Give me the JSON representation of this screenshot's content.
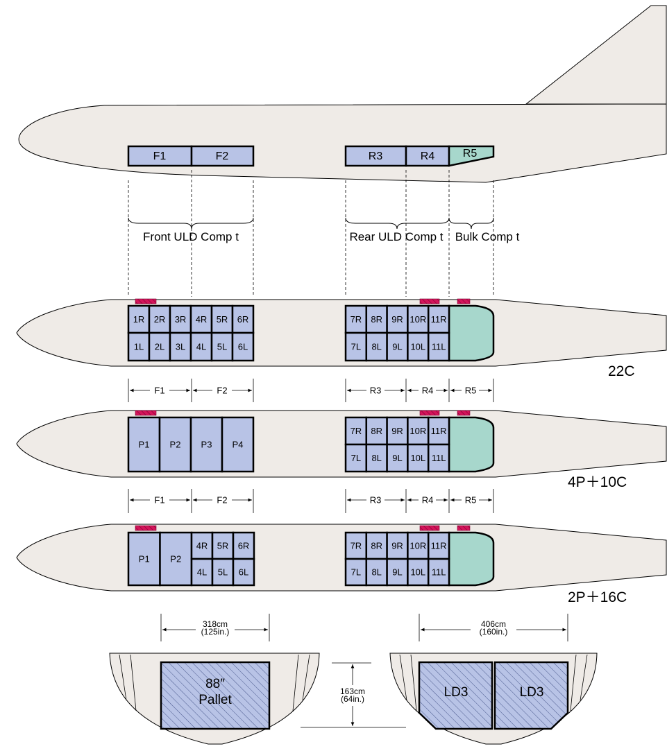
{
  "colors": {
    "fuselage": "#efebe7",
    "container": "#b8c3e6",
    "bulk": "#a7d7cc",
    "door": "#d4145a",
    "outline": "#000000"
  },
  "top_view": {
    "front": [
      "F1",
      "F2"
    ],
    "rear": [
      "R3",
      "R4",
      "R5"
    ]
  },
  "braces": {
    "front": "Front ULD Comp t",
    "rear": "Rear ULD Comp t",
    "bulk": "Bulk Comp t"
  },
  "dims": {
    "f1": "F1",
    "f2": "F2",
    "r3": "R3",
    "r4": "R4",
    "r5": "R5"
  },
  "config_22c": {
    "label": "22C",
    "front_r": [
      "1R",
      "2R",
      "3R",
      "4R",
      "5R",
      "6R"
    ],
    "front_l": [
      "1L",
      "2L",
      "3L",
      "4L",
      "5L",
      "6L"
    ],
    "rear_r": [
      "7R",
      "8R",
      "9R",
      "10R",
      "11R"
    ],
    "rear_l": [
      "7L",
      "8L",
      "9L",
      "10L",
      "11L"
    ]
  },
  "config_4p10c": {
    "label": "4P＋10C",
    "pallets": [
      "P1",
      "P2",
      "P3",
      "P4"
    ],
    "rear_r": [
      "7R",
      "8R",
      "9R",
      "10R",
      "11R"
    ],
    "rear_l": [
      "7L",
      "8L",
      "9L",
      "10L",
      "11L"
    ]
  },
  "config_2p16c": {
    "label": "2P＋16C",
    "pallets": [
      "P1",
      "P2"
    ],
    "front_r": [
      "4R",
      "5R",
      "6R"
    ],
    "front_l": [
      "4L",
      "5L",
      "6L"
    ],
    "rear_r": [
      "7R",
      "8R",
      "9R",
      "10R",
      "11R"
    ],
    "rear_l": [
      "7L",
      "8L",
      "9L",
      "10L",
      "11L"
    ]
  },
  "cross_sections": {
    "pallet_width_cm": "318cm",
    "pallet_width_in": "(125in.)",
    "height_cm": "163cm",
    "height_in": "(64in.)",
    "container_width_cm": "406cm",
    "container_width_in": "(160in.)",
    "pallet_label_1": "88″",
    "pallet_label_2": "Pallet",
    "ld3_left": "LD3",
    "ld3_right": "LD3"
  }
}
